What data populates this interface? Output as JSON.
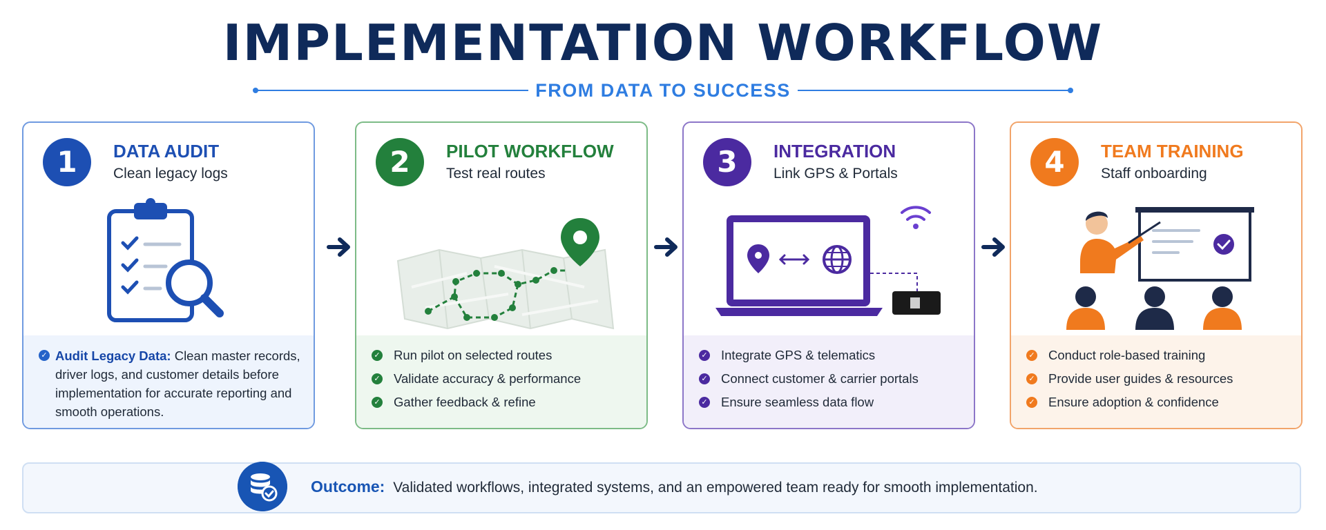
{
  "header": {
    "title": "IMPLEMENTATION WORKFLOW",
    "subtitle": "FROM DATA TO SUCCESS"
  },
  "colors": {
    "title": "#0f2a5a",
    "accent": "#2f7de1",
    "step1": "#1d4fb3",
    "step2": "#23803c",
    "step3": "#4b2aa0",
    "step4": "#f07a1e"
  },
  "steps": [
    {
      "number": "1",
      "title": "DATA AUDIT",
      "subtitle": "Clean legacy logs",
      "icon": "clipboard-magnifier-icon",
      "lead": "Audit Legacy Data:",
      "description": "Clean master records, driver logs, and customer details before implementation for accurate reporting and smooth operations."
    },
    {
      "number": "2",
      "title": "PILOT WORKFLOW",
      "subtitle": "Test real routes",
      "icon": "map-route-pin-icon",
      "bullets": [
        "Run pilot on selected routes",
        "Validate accuracy & performance",
        "Gather feedback & refine"
      ]
    },
    {
      "number": "3",
      "title": "INTEGRATION",
      "subtitle": "Link GPS & Portals",
      "icon": "laptop-gps-globe-icon",
      "bullets": [
        "Integrate GPS & telematics",
        "Connect customer & carrier portals",
        "Ensure seamless data flow"
      ]
    },
    {
      "number": "4",
      "title": "TEAM TRAINING",
      "subtitle": "Staff onboarding",
      "icon": "trainer-presentation-icon",
      "bullets": [
        "Conduct role-based training",
        "Provide user guides & resources",
        "Ensure adoption & confidence"
      ]
    }
  ],
  "outcome": {
    "label": "Outcome:",
    "text": "Validated workflows, integrated systems, and an empowered team ready for smooth implementation.",
    "icon": "database-check-icon"
  }
}
